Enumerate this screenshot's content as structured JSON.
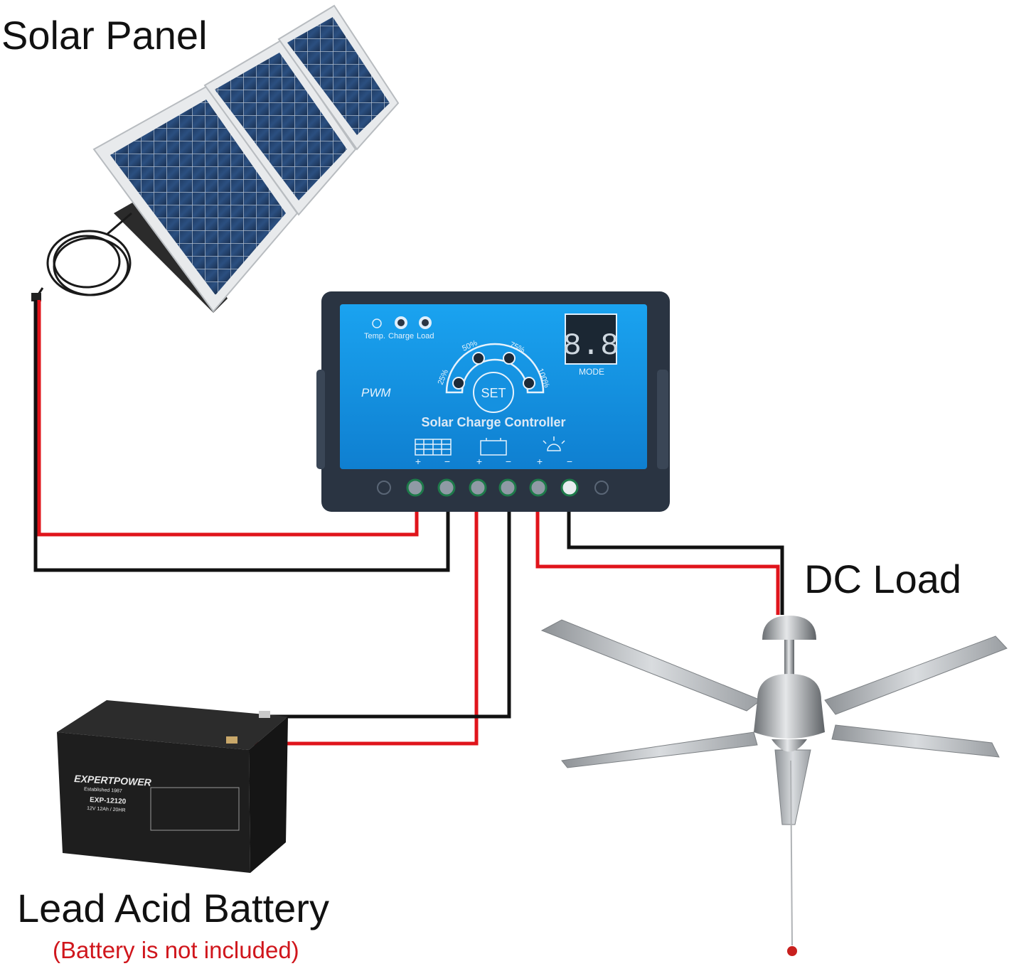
{
  "labels": {
    "solar_panel": "Solar Panel",
    "dc_load": "DC Load",
    "battery": "Lead Acid Battery",
    "battery_note": "(Battery is not included)"
  },
  "controller": {
    "indicator_labels": [
      "Temp.",
      "Charge",
      "Load"
    ],
    "percentages": [
      "25%",
      "50%",
      "75%",
      "100%"
    ],
    "set_button": "SET",
    "display": "8.8",
    "mode_label": "MODE",
    "pwm_label": "PWM",
    "title": "Solar Charge Controller",
    "terminal_signs": [
      "+",
      "−",
      "+",
      "−",
      "+",
      "−"
    ]
  },
  "battery_brand": {
    "brand": "EXPERTPOWER",
    "established": "Established 1987",
    "model": "EXP-12120",
    "rating": "12V 12Ah / 20HR"
  },
  "colors": {
    "positive_wire": "#e0141b",
    "negative_wire": "#111111",
    "controller_blue": "#1591e0",
    "controller_case": "#2a3442",
    "note_text": "#d0161c"
  }
}
